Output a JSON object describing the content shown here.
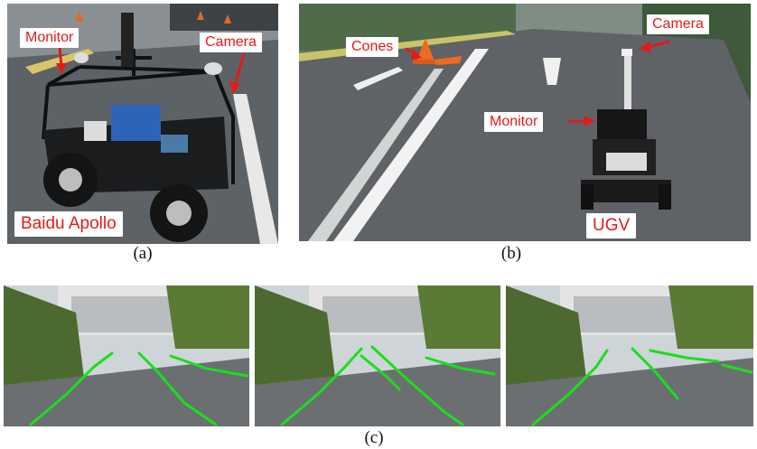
{
  "panels": {
    "a": {
      "caption": "(a)",
      "labels": {
        "monitor": "Monitor",
        "camera": "Camera",
        "vehicle": "Baidu Apollo"
      }
    },
    "b": {
      "caption": "(b)",
      "labels": {
        "cones": "Cones",
        "camera": "Camera",
        "monitor": "Monitor",
        "vehicle": "UGV"
      }
    },
    "c": {
      "caption": "(c)"
    }
  },
  "colors": {
    "label_text": "#e01b1b",
    "lane_detection": "#19e019",
    "arrow": "#e01b1b"
  }
}
